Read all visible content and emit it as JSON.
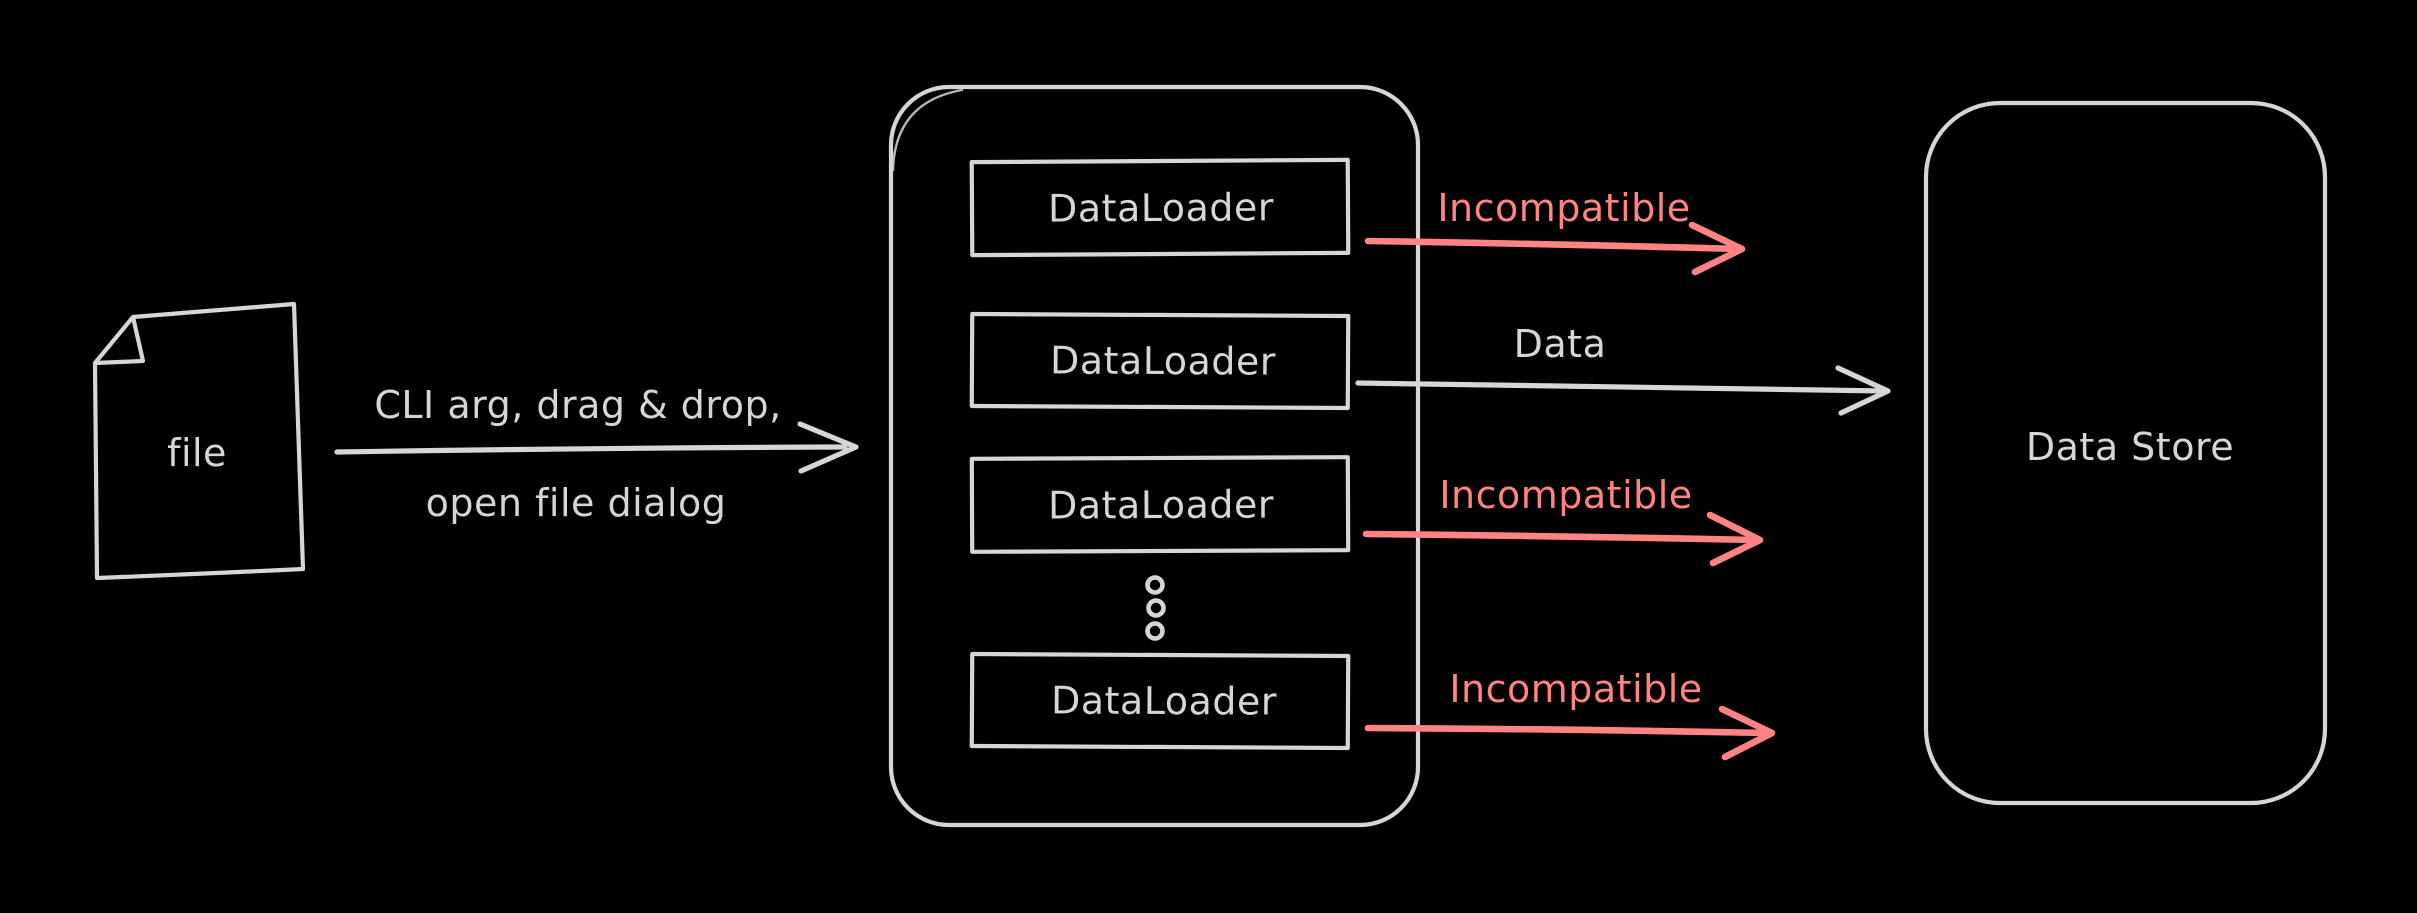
{
  "colors": {
    "background": "#000000",
    "stroke": "#d6d6d6",
    "red": "#ff8383"
  },
  "file_node": {
    "label": "file"
  },
  "input_arrow": {
    "label_top": "CLI arg, drag & drop,",
    "label_bottom": "open file dialog"
  },
  "loader_stack": {
    "boxes": [
      {
        "label": "DataLoader"
      },
      {
        "label": "DataLoader"
      },
      {
        "label": "DataLoader"
      },
      {
        "label": "DataLoader"
      }
    ],
    "ellipsis_dots": 3
  },
  "output_arrows": [
    {
      "label": "Incompatible",
      "status": "incompatible",
      "color": "#ff8383"
    },
    {
      "label": "Data",
      "status": "data",
      "color": "#d6d6d6"
    },
    {
      "label": "Incompatible",
      "status": "incompatible",
      "color": "#ff8383"
    },
    {
      "label": "Incompatible",
      "status": "incompatible",
      "color": "#ff8383"
    }
  ],
  "data_store": {
    "label": "Data Store"
  }
}
